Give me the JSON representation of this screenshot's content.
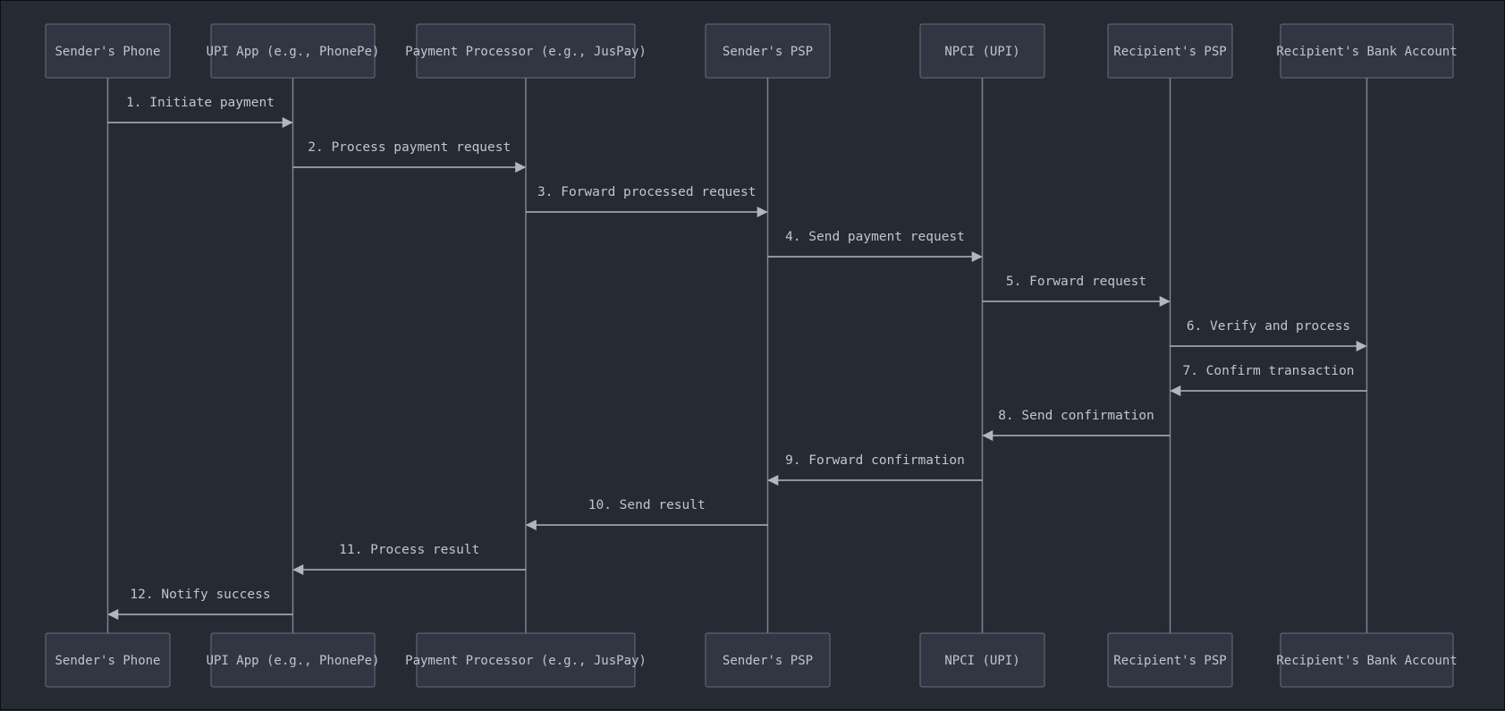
{
  "diagram": {
    "type": "sequence",
    "participants": [
      "Sender's Phone",
      "UPI App (e.g., PhonePe)",
      "Payment Processor (e.g., JusPay)",
      "Sender's PSP",
      "NPCI (UPI)",
      "Recipient's PSP",
      "Recipient's Bank Account"
    ],
    "messages": [
      {
        "from": 0,
        "to": 1,
        "label": "1. Initiate payment"
      },
      {
        "from": 1,
        "to": 2,
        "label": "2. Process payment request"
      },
      {
        "from": 2,
        "to": 3,
        "label": "3. Forward processed request"
      },
      {
        "from": 3,
        "to": 4,
        "label": "4. Send payment request"
      },
      {
        "from": 4,
        "to": 5,
        "label": "5. Forward request"
      },
      {
        "from": 5,
        "to": 6,
        "label": "6. Verify and process"
      },
      {
        "from": 6,
        "to": 5,
        "label": "7. Confirm transaction"
      },
      {
        "from": 5,
        "to": 4,
        "label": "8. Send confirmation"
      },
      {
        "from": 4,
        "to": 3,
        "label": "9. Forward confirmation"
      },
      {
        "from": 3,
        "to": 2,
        "label": "10. Send result"
      },
      {
        "from": 2,
        "to": 1,
        "label": "11. Process result"
      },
      {
        "from": 1,
        "to": 0,
        "label": "12. Notify success"
      }
    ],
    "colors": {
      "background": "#262a33",
      "actor_fill": "#323642",
      "actor_border": "#6b6f7d",
      "lifeline": "#7e8190",
      "arrow": "#b3b6c1",
      "text": "#c2c5cf"
    }
  }
}
